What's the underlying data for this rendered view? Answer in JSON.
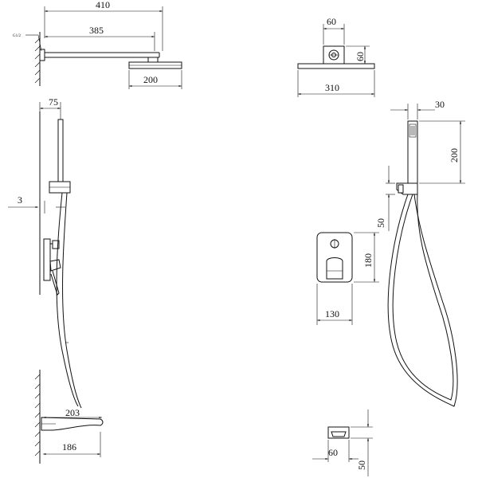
{
  "dimensions": {
    "arm_total": "410",
    "arm_length": "385",
    "thread": "G1/2",
    "head_diameter": "200",
    "top_width": "60",
    "top_height": "60",
    "head_width": "310",
    "handheld_offset": "75",
    "wall_gap": "3",
    "holder_width": "30",
    "handheld_length": "200",
    "holder_height": "50",
    "valve_height": "180",
    "valve_width": "130",
    "spout_projection": "203",
    "spout_length": "186",
    "spout_width": "60",
    "spout_height": "50"
  }
}
